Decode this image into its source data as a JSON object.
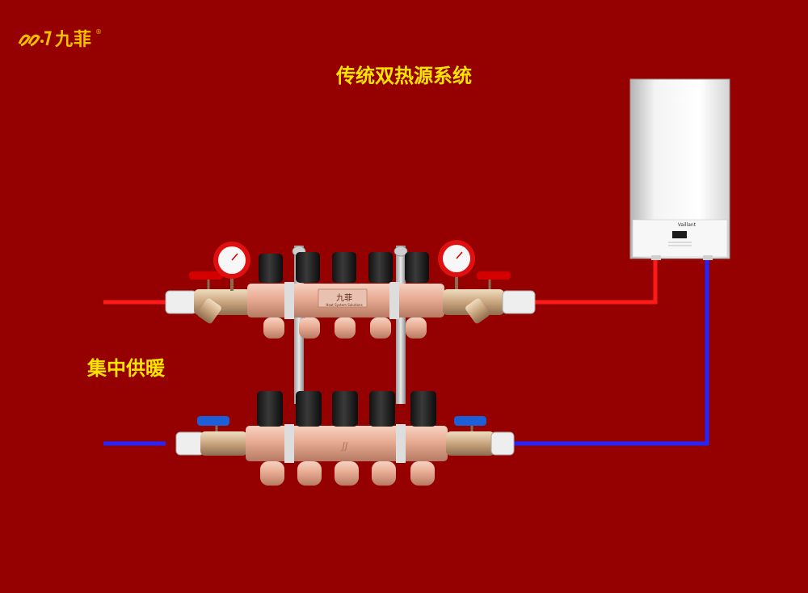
{
  "brand": {
    "name": "九菲",
    "registered_mark": "®"
  },
  "title": "传统双热源系统",
  "side_label": "集中供暖",
  "manifold_top": {
    "nameplate": "九菲",
    "nameplate_sub": "Heat System Solutions"
  },
  "boiler": {
    "brand": "Vaillant"
  },
  "colors": {
    "background": "#950000",
    "supply_pipe": "#ff1a1a",
    "return_pipe": "#2424ff",
    "label": "#ffe400",
    "logo": "#f6c000"
  }
}
